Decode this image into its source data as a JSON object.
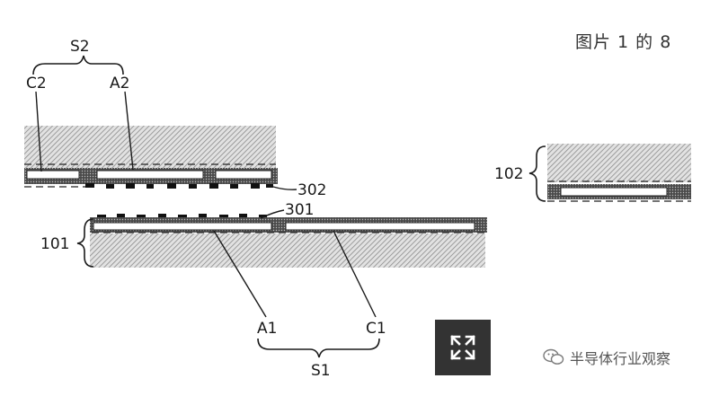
{
  "counter": "图片 1 的 8",
  "labels": {
    "s2": "S2",
    "c2": "C2",
    "a2": "A2",
    "l302": "302",
    "l301": "301",
    "l101": "101",
    "l102": "102",
    "a1": "A1",
    "c1": "C1",
    "s1": "S1"
  },
  "watermark": {
    "text": "半导体行业观察",
    "icon": "wechat-icon"
  },
  "expand_button": {
    "icon": "expand-arrows-icon"
  }
}
